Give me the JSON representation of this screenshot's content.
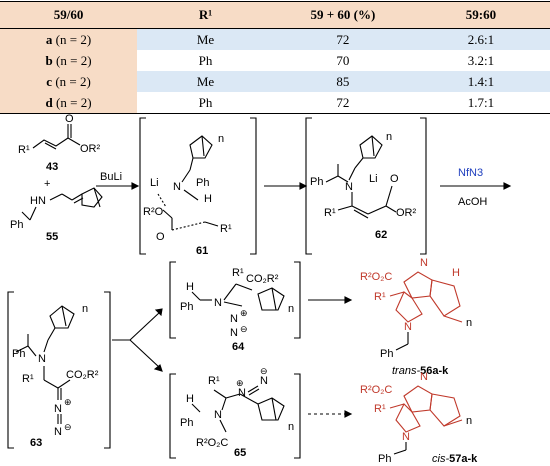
{
  "table": {
    "headers": [
      "59/60",
      "R¹",
      "59 + 60 (%)",
      "59:60"
    ],
    "rows": [
      {
        "letter": "a",
        "n": " (n = 2)",
        "r1": "Me",
        "yield": "72",
        "ratio": "2.6:1"
      },
      {
        "letter": "b",
        "n": " (n = 2)",
        "r1": "Ph",
        "yield": "70",
        "ratio": "3.2:1"
      },
      {
        "letter": "c",
        "n": " (n = 2)",
        "r1": "Me",
        "yield": "85",
        "ratio": "1.4:1"
      },
      {
        "letter": "d",
        "n": " (n = 2)",
        "r1": "Ph",
        "yield": "72",
        "ratio": "1.7:1"
      }
    ]
  },
  "scheme": {
    "compound_43": "43",
    "compound_55": "55",
    "compound_61": "61",
    "compound_62": "62",
    "compound_63": "63",
    "compound_64": "64",
    "compound_65": "65",
    "plus": "+",
    "reagent_buli": "BuLi",
    "reagent_nfn3": "NfN3",
    "reagent_acoh": "AcOH",
    "product_trans_prefix": "trans-",
    "product_trans_num": "56a-k",
    "product_cis_prefix": "cis-",
    "product_cis_num": "57a-k",
    "labels": {
      "r1": "R¹",
      "or2": "OR²",
      "r2o": "R²O",
      "co2r2": "CO₂R²",
      "r2o2c": "R²O₂C",
      "r2o2c_b": "R²O₂C",
      "li": "Li",
      "n": "N",
      "o": "O",
      "h": "H",
      "hn": "HN",
      "ph": "Ph",
      "n_sub": "n",
      "nn": "N",
      "plus_charge": "⊕",
      "minus_charge": "⊖",
      "ndn": "N",
      "n_eq": "N"
    }
  },
  "colors": {
    "table_header_bg": "#f7dcc6",
    "table_row_highlight": "#dbe8f5",
    "reagent_blue": "#1f3fbf",
    "product_red": "#c0392b"
  }
}
